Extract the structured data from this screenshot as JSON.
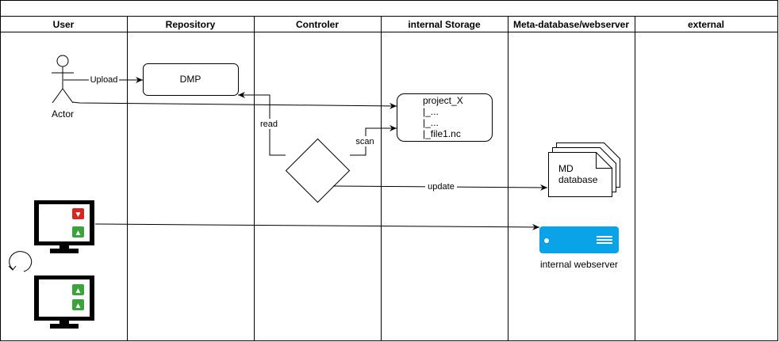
{
  "lanes": [
    {
      "label": "User"
    },
    {
      "label": "Repository"
    },
    {
      "label": "Controler"
    },
    {
      "label": "internal Storage"
    },
    {
      "label": "Meta-database/webserver"
    },
    {
      "label": "external"
    }
  ],
  "actor": {
    "label": "Actor"
  },
  "dmp": {
    "label": "DMP"
  },
  "storage": {
    "lines": [
      "project_X",
      "|_...",
      "|_...",
      "|_file1.nc"
    ]
  },
  "md_database": {
    "lines": [
      "MD",
      "database"
    ]
  },
  "webserver": {
    "label": "internal webserver",
    "color": "#0aa3e8"
  },
  "edges": {
    "upload": "Upload",
    "read": "read",
    "scan": "scan",
    "update": "update"
  },
  "icons": {
    "thumb_down_color": "#d8261e",
    "thumb_up_color": "#3aa33a"
  }
}
